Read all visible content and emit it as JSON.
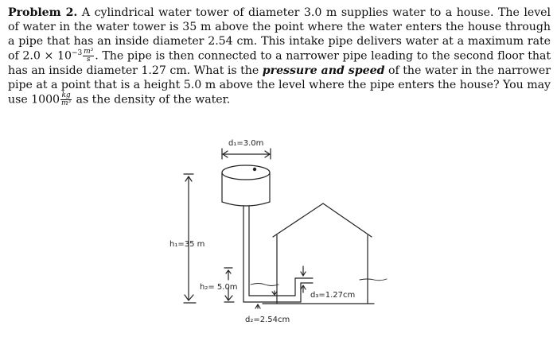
{
  "problem": {
    "heading": "Problem 2.",
    "text_part1": " A cylindrical water tower of diameter 3.0 m supplies water to a house. The level of water in the water tower is 35 m above the point where the water enters the house through a pipe that has an inside diameter 2.54 cm. This intake pipe delivers water at a maximum rate of 2.0 × 10",
    "exponent": "−3",
    "rate_num": "m³",
    "rate_den": "s",
    "text_part2": ". The pipe is then connected to a narrower pipe leading to the second floor that has an inside diameter 1.27 cm. What is the ",
    "emphasis": "pressure and speed",
    "text_part3": " of the water in the narrower pipe at a point that is a height 5.0 m above the level where the pipe enters the house? You may use 1000",
    "density_num": "kg",
    "density_den": "m³",
    "text_part4": " as the density of the water."
  },
  "diagram": {
    "label_d1": "d₁=3.0m",
    "label_h1": "h₁=35 m",
    "label_h2": "h₂= 5.0m",
    "label_d2": "d₂=2.54cm",
    "label_d3": "d₃=1.27cm"
  }
}
